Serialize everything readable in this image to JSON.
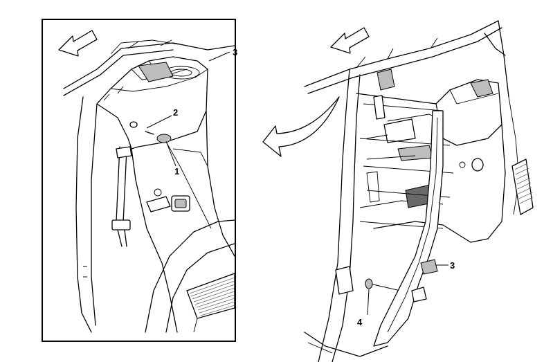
{
  "callouts": {
    "c1": "1",
    "c2": "2",
    "c3_detail": "3",
    "c3_main": "3",
    "c4": "4"
  },
  "colors": {
    "line": "#000000",
    "background": "#ffffff",
    "shading": "#bdbdbd"
  },
  "icons": {
    "forward_arrow_detail": "forward-arrow-icon",
    "forward_arrow_main": "forward-arrow-icon",
    "curved_arrow": "curved-arrow-icon"
  }
}
